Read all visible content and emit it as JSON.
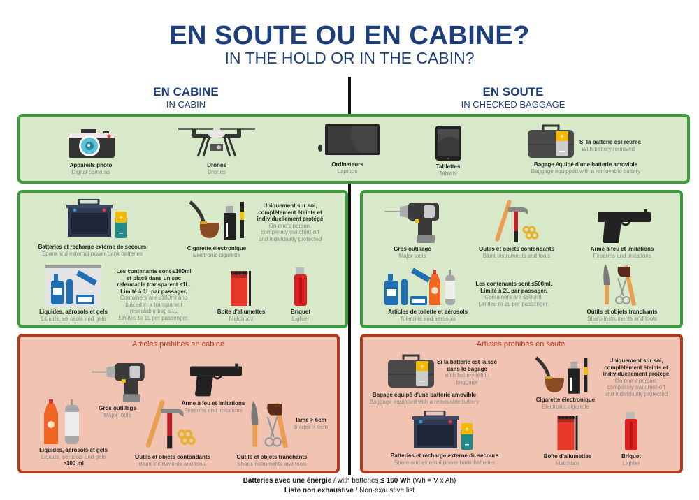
{
  "header": {
    "title": "EN SOUTE OU EN CABINE?",
    "subtitle": "IN THE HOLD OR IN THE CABIN?"
  },
  "columns": {
    "cabin": {
      "title": "EN CABINE",
      "subtitle": "IN CABIN"
    },
    "hold": {
      "title": "EN SOUTE",
      "subtitle": "IN CHECKED BAGGAGE"
    }
  },
  "both": {
    "camera": {
      "fr": "Appareils photo",
      "en": "Digital cameras"
    },
    "drone": {
      "fr": "Drones",
      "en": "Drones"
    },
    "laptop": {
      "fr": "Ordinateurs",
      "en": "Laptops"
    },
    "tablet": {
      "fr": "Tablettes",
      "en": "Tablets"
    },
    "baggage": {
      "fr": "Bagage équipé d'une batterie amovible",
      "en": "Baggage equipped with a removable battery",
      "note_fr": "Si la batterie est retirée",
      "note_en": "With battery removed"
    }
  },
  "cabin_allowed": {
    "batteries": {
      "fr": "Batteries et recharge externe de secours",
      "en": "Spare and external power bank batteries"
    },
    "ecig": {
      "fr": "Cigarette électronique",
      "en": "Electronic cigarette",
      "note_fr": [
        "Uniquement sur soi,",
        "complètement éteints et",
        "individuellement protégé"
      ],
      "note_en": [
        "On one's person,",
        "completely switched-off",
        "and individually protected"
      ]
    },
    "liquids": {
      "fr": "Liquides, aérosols et gels",
      "en": "Liquids, aerosols and gels",
      "note_fr": [
        "Les contenants sont ≤100ml",
        "et placé dans un sac",
        "refermable transparent ≤1L.",
        "Limité à 1L par passager."
      ],
      "note_en": [
        "Containers are ≤100ml and",
        "placed in a transparent",
        "resealable bag ≤1L",
        "Limited to 1L per passenger."
      ]
    },
    "matchbox": {
      "fr": "Boîte d'allumettes",
      "en": "Matchbox"
    },
    "lighter": {
      "fr": "Briquet",
      "en": "Lighter"
    }
  },
  "hold_allowed": {
    "tools": {
      "fr": "Gros outillage",
      "en": "Major tools"
    },
    "blunt": {
      "fr": "Outils et objets contondants",
      "en": "Blunt instruments and tools"
    },
    "firearms": {
      "fr": "Arme à feu et imitations",
      "en": "Firearms and imitations"
    },
    "toiletries": {
      "fr": "Articles de toilette et aérosols",
      "en": "Toiletries and aerosols",
      "note_fr": [
        "Les contenants sont ≤500ml.",
        "Limité à 2L par passager."
      ],
      "note_en": [
        "Containers are ≤500ml.",
        "Limited to 2L per passenger."
      ]
    },
    "sharp": {
      "fr": "Outils et objets tranchants",
      "en": "Sharp instruments and tools"
    }
  },
  "cabin_prohibited": {
    "title": "Articles prohibés en cabine",
    "tools": {
      "fr": "Gros outillage",
      "en": "Major tools"
    },
    "firearms": {
      "fr": "Arme à feu et imitations",
      "en": "Firearms and imitations"
    },
    "liquids": {
      "fr": "Liquides, aérosols et gels",
      "en": "Liquids, aerosols and gels",
      "extra": ">100 ml"
    },
    "blunt": {
      "fr": "Outils et objets contondants",
      "en": "Blunt instruments and tools"
    },
    "sharp": {
      "fr": "Outils et objets tranchants",
      "en": "Sharp instruments and tools",
      "note_fr": "lame > 6cm",
      "note_en": "blades > 6cm"
    }
  },
  "hold_prohibited": {
    "title": "Articles prohibés en soute",
    "baggage": {
      "fr": "Bagage équipé d'une batterie amovible",
      "en": "Baggage equipped with a removable battery",
      "note_fr": [
        "Si la batterie est laissé",
        "dans le bagage"
      ],
      "note_en": [
        "With battery left in",
        "baggage"
      ]
    },
    "ecig": {
      "fr": "Cigarette électronique",
      "en": "Electronic cigarette",
      "note_fr": [
        "Uniquement sur soi,",
        "complètement éteints et",
        "individuellement protégé"
      ],
      "note_en": [
        "On one's person,",
        "completely switched-off",
        "and individually protected"
      ]
    },
    "batteries": {
      "fr": "Batteries et recharge externe de secours",
      "en": "Spare and external power bank batteries"
    },
    "matchbox": {
      "fr": "Boîte d'allumettes",
      "en": "Matchbox"
    },
    "lighter": {
      "fr": "Briquet",
      "en": "Lighter"
    }
  },
  "footer": {
    "line1_fr": "Batteries avec une énergie",
    "line1_sep": " / with batteries ",
    "line1_limit": "≤ 160 Wh",
    "line1_formula": "  (Wh = V x Ah)",
    "line2_fr": "Liste non exhaustive",
    "line2_en": " / Non-exaustive list"
  },
  "colors": {
    "navy": "#1d3f7c",
    "green_border": "#3c9c3c",
    "green_bg": "#d7e9c9",
    "red_border": "#b23a1f",
    "red_bg": "#f1c3b3"
  }
}
